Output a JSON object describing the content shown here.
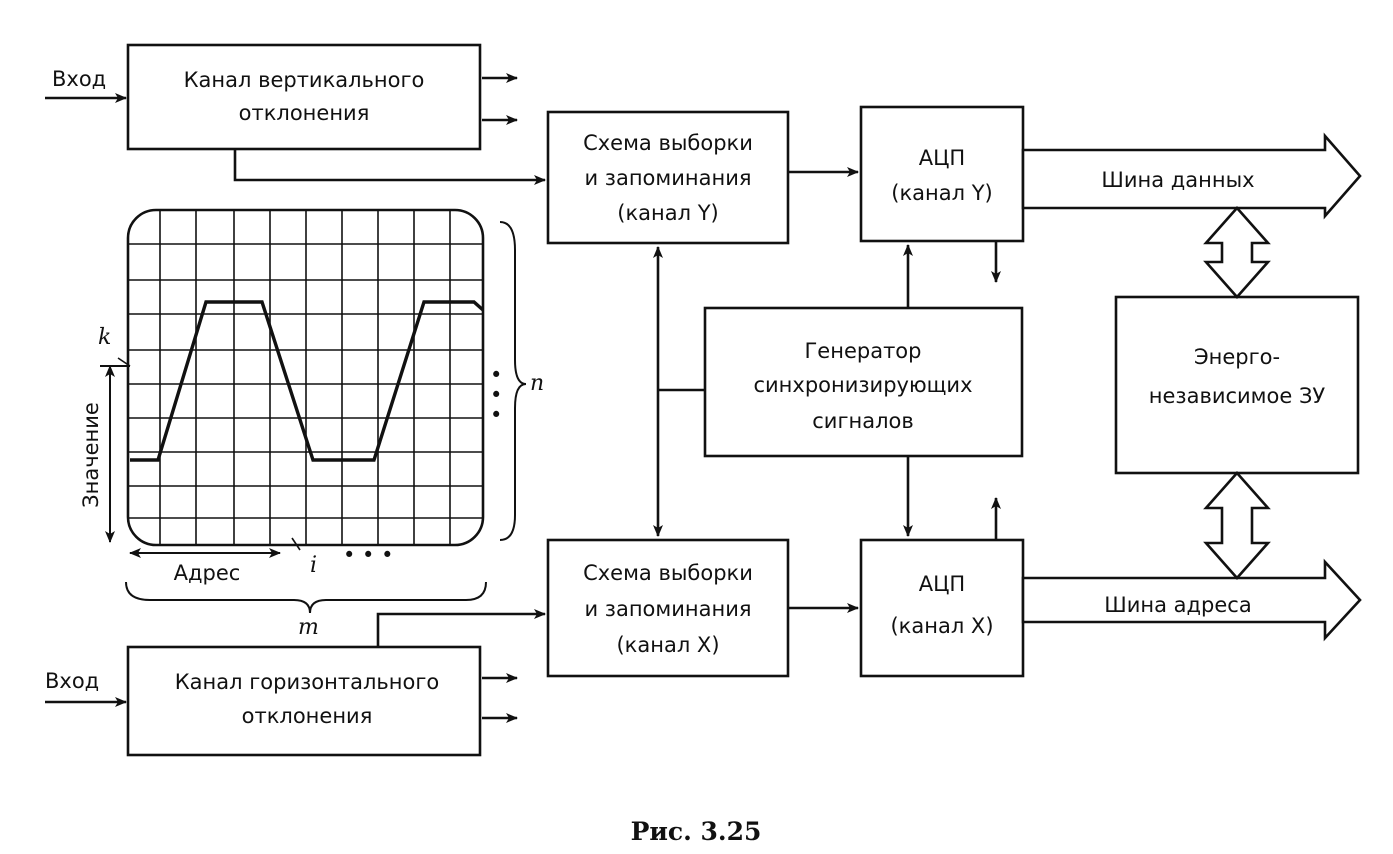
{
  "input_top": "Вход",
  "input_bottom": "Вход",
  "vertical_channel": {
    "line1": "Канал вертикального",
    "line2": "отклонения"
  },
  "horizontal_channel": {
    "line1": "Канал горизонтального",
    "line2": "отклонения"
  },
  "sample_hold_y": {
    "line1": "Схема выборки",
    "line2": "и запоминания",
    "line3": "(канал Y)"
  },
  "sample_hold_x": {
    "line1": "Схема выборки",
    "line2": "и запоминания",
    "line3": "(канал X)"
  },
  "adc_y": {
    "line1": "АЦП",
    "line2": "(канал Y)"
  },
  "adc_x": {
    "line1": "АЦП",
    "line2": "(канал X)"
  },
  "clock_generator": {
    "line1": "Генератор",
    "line2": "синхронизирующих",
    "line3": "сигналов"
  },
  "memory": {
    "line1": "Энерго-",
    "line2": "независимое ЗУ"
  },
  "data_bus": "Шина данных",
  "address_bus": "Шина адреса",
  "screen": {
    "value_axis": "Значение",
    "address_axis": "Адрес",
    "label_k": "k",
    "label_i": "i",
    "label_n": "n",
    "label_m": "m",
    "dots_h": "• • •",
    "dots_v": "•"
  },
  "caption": "Рис. 3.25"
}
